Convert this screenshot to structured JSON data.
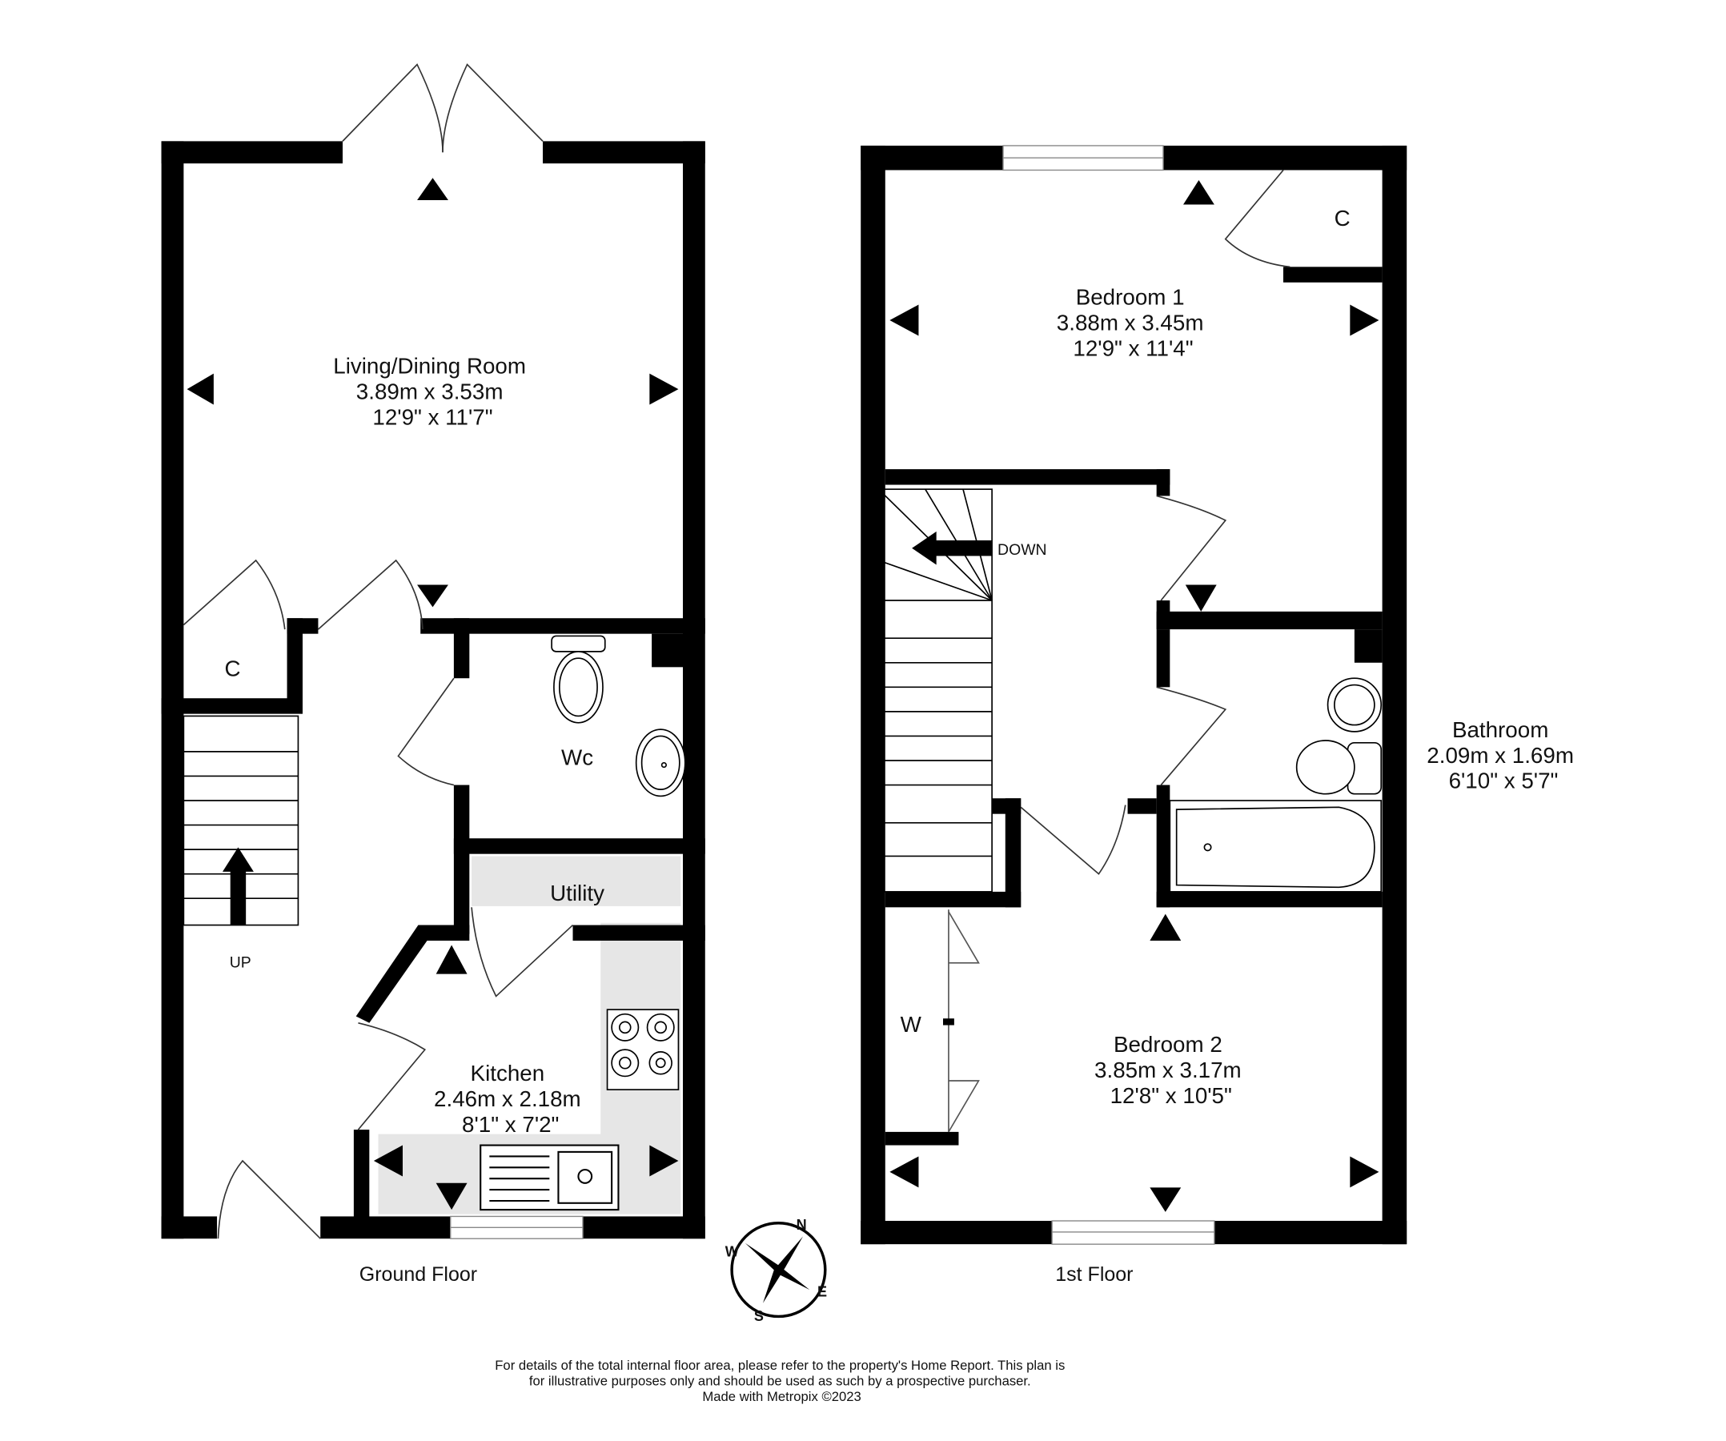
{
  "ground_floor": {
    "label": "Ground Floor",
    "rooms": [
      {
        "name": "Living/Dining Room",
        "metric": "3.89m  x 3.53m",
        "imperial": "12'9\"  x 11'7\""
      },
      {
        "name": "Kitchen",
        "metric": "2.46m  x 2.18m",
        "imperial": "8'1\"  x 7'2\""
      }
    ],
    "labels": {
      "wc": "Wc",
      "utility": "Utility",
      "cupboard": "C",
      "stairs": "UP"
    }
  },
  "first_floor": {
    "label": "1st Floor",
    "rooms": [
      {
        "name": "Bedroom 1",
        "metric": "3.88m  x 3.45m",
        "imperial": "12'9\"  x 11'4\""
      },
      {
        "name": "Bedroom 2",
        "metric": "3.85m  x 3.17m",
        "imperial": "12'8\"  x 10'5\""
      },
      {
        "name": "Bathroom",
        "metric": "2.09m  x 1.69m",
        "imperial": "6'10\"  x 5'7\""
      }
    ],
    "labels": {
      "cupboard": "C",
      "wardrobe": "W",
      "stairs": "DOWN"
    }
  },
  "compass": {
    "n": "N",
    "e": "E",
    "s": "S",
    "w": "W"
  },
  "footer": {
    "line1": "For details of the total internal floor area, please refer to the property's Home Report. This plan is",
    "line2": "for illustrative purposes only and should be used as such by a prospective purchaser.",
    "line3": "Made with Metropix ©2023"
  },
  "colors": {
    "wall": "#000000",
    "fitted": "#e6e6e6"
  }
}
